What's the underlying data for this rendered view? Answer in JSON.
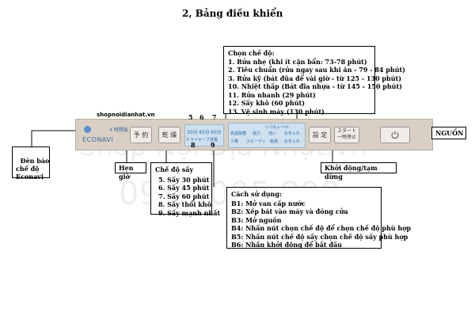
{
  "title": "2, Bảng điều khiển",
  "modes_box": {
    "heading": "Chọn chế độ:",
    "items": [
      "1. Rửa nhẹ (khi ít cặn bẩn: 73-78 phút)",
      "2. Tiêu chuẩn (rửa ngay sau khi ăn - 79 - 84 phút)",
      "3. Rửa kỹ (bát đũa để vài giờ - từ 125 - 130 phút)",
      "10. Nhiệt thấp (Bát đĩa nhựa - từ 145 - 150 phút)",
      "11. Rửa nhanh (29 phút)",
      "12. Sấy khô (60 phút)",
      "13. Vệ sinh máy (130 phút)"
    ]
  },
  "panel": {
    "brand": "shopnoidianhat.vn",
    "econavi": "ECONAVI",
    "econavi_sub": "4 時間後",
    "timer_button": "予 約",
    "dry_button": "乾 燥",
    "dry_display": {
      "top": [
        "30分",
        "45分",
        "60分"
      ],
      "bottom": [
        "ドライキープ",
        "送風"
      ]
    },
    "mode_display": {
      "top": [
        "高温除菌",
        "強力",
        "洗い",
        "いつもレベル",
        "お手入れ"
      ],
      "bottom": [
        "少量",
        "スピーディ",
        "乾燥",
        "お手入れ"
      ]
    },
    "set_button": "設 定",
    "start_button": "スタート\n一時停止",
    "power_icon": "power-icon"
  },
  "numbers": {
    "n5": "5",
    "n6": "6",
    "n7": "7",
    "n8": "8",
    "n9": "9"
  },
  "labels": {
    "econavi_indicator": "Đèn báo\nchế độ\nEconavi",
    "timer": "Hẹn giờ",
    "power": "NGUỒN",
    "start_pause": "Khởi động/tạm dừng"
  },
  "dry_box": {
    "heading": "Chế độ sấy",
    "items": [
      "5. Sấy 30 phút",
      "6. Sấy 45 phút",
      "7. Sấy 60 phút",
      "8. Sấy thổi khô",
      "9. Sấy mạnh nhất"
    ]
  },
  "usage_box": {
    "heading": "Cách sử dụng:",
    "items": [
      "B1: Mở van cấp nước",
      "B2: Xếp bát vào máy và đóng cửa",
      "B3: Mở nguồn",
      "B4: Nhấn nút chọn chế độ để chọn chế độ phù hợp",
      "B5: Nhấn nút chế độ sấy chọn chế độ sấy phù hợp",
      "B6: Nhấn khởi động để bắt đầu"
    ]
  },
  "watermark": {
    "line1": "Shop Nội Địa Nhật.vn",
    "line2": "0965 005 898"
  }
}
